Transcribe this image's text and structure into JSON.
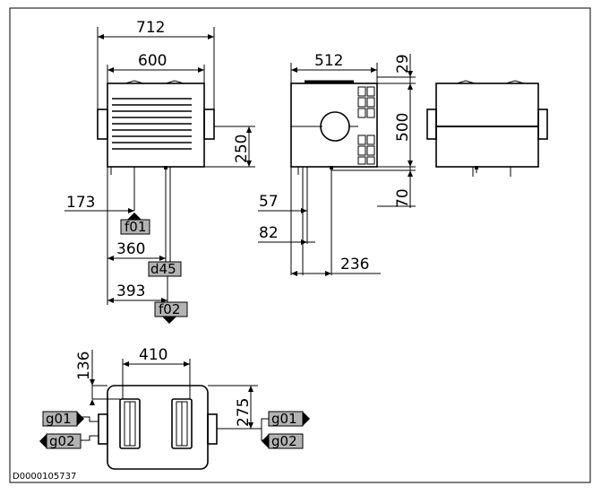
{
  "dimensions": {
    "d712": "712",
    "d600": "600",
    "d250": "250",
    "d173": "173",
    "d360": "360",
    "d393": "393",
    "d512": "512",
    "d29": "29",
    "d500": "500",
    "d70": "70",
    "d57": "57",
    "d82": "82",
    "d236": "236",
    "d410": "410",
    "d136": "136",
    "d275": "275"
  },
  "connections": {
    "f01": "f01",
    "d45": "d45",
    "f02": "f02",
    "g01_left": "g01",
    "g02_left": "g02",
    "g01_right": "g01",
    "g02_right": "g02"
  },
  "drawing_code": "D0000105737"
}
